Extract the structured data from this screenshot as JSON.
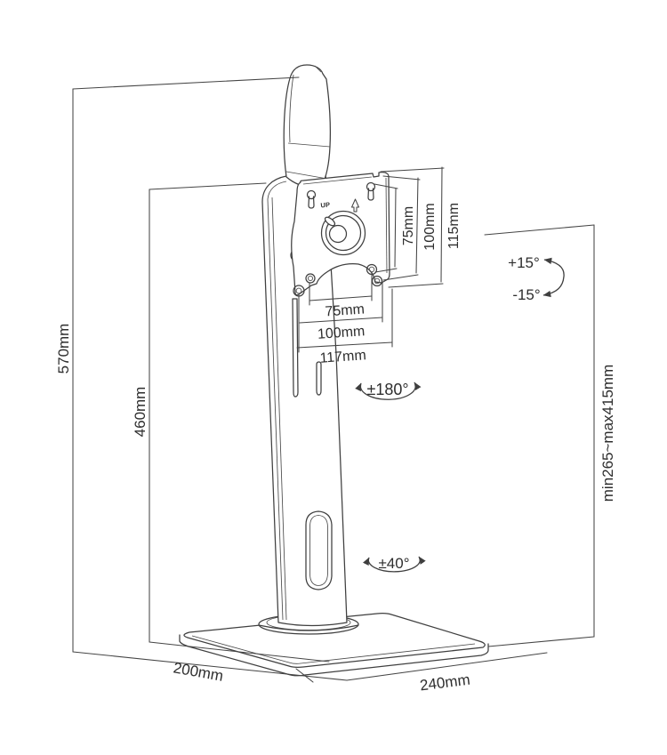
{
  "document": {
    "type": "technical-dimension-diagram",
    "subject": "monitor stand with VESA mount plate"
  },
  "labels": {
    "overall_height": "570mm",
    "column_height": "460mm",
    "vesa_vertical_75": "75mm",
    "vesa_vertical_100": "100mm",
    "vesa_vertical_115": "115mm",
    "vesa_horizontal_75": "75mm",
    "vesa_horizontal_100": "100mm",
    "vesa_horizontal_117": "117mm",
    "tilt_up": "+15°",
    "tilt_down": "-15°",
    "height_range": "min265~max415mm",
    "rotation_range": "±180°",
    "swivel_range": "±40°",
    "base_depth": "200mm",
    "base_width": "240mm",
    "plate_marking_up": "UP"
  },
  "colors": {
    "line": "#3f3f3f",
    "text": "#2e2e2e",
    "background": "#ffffff"
  }
}
